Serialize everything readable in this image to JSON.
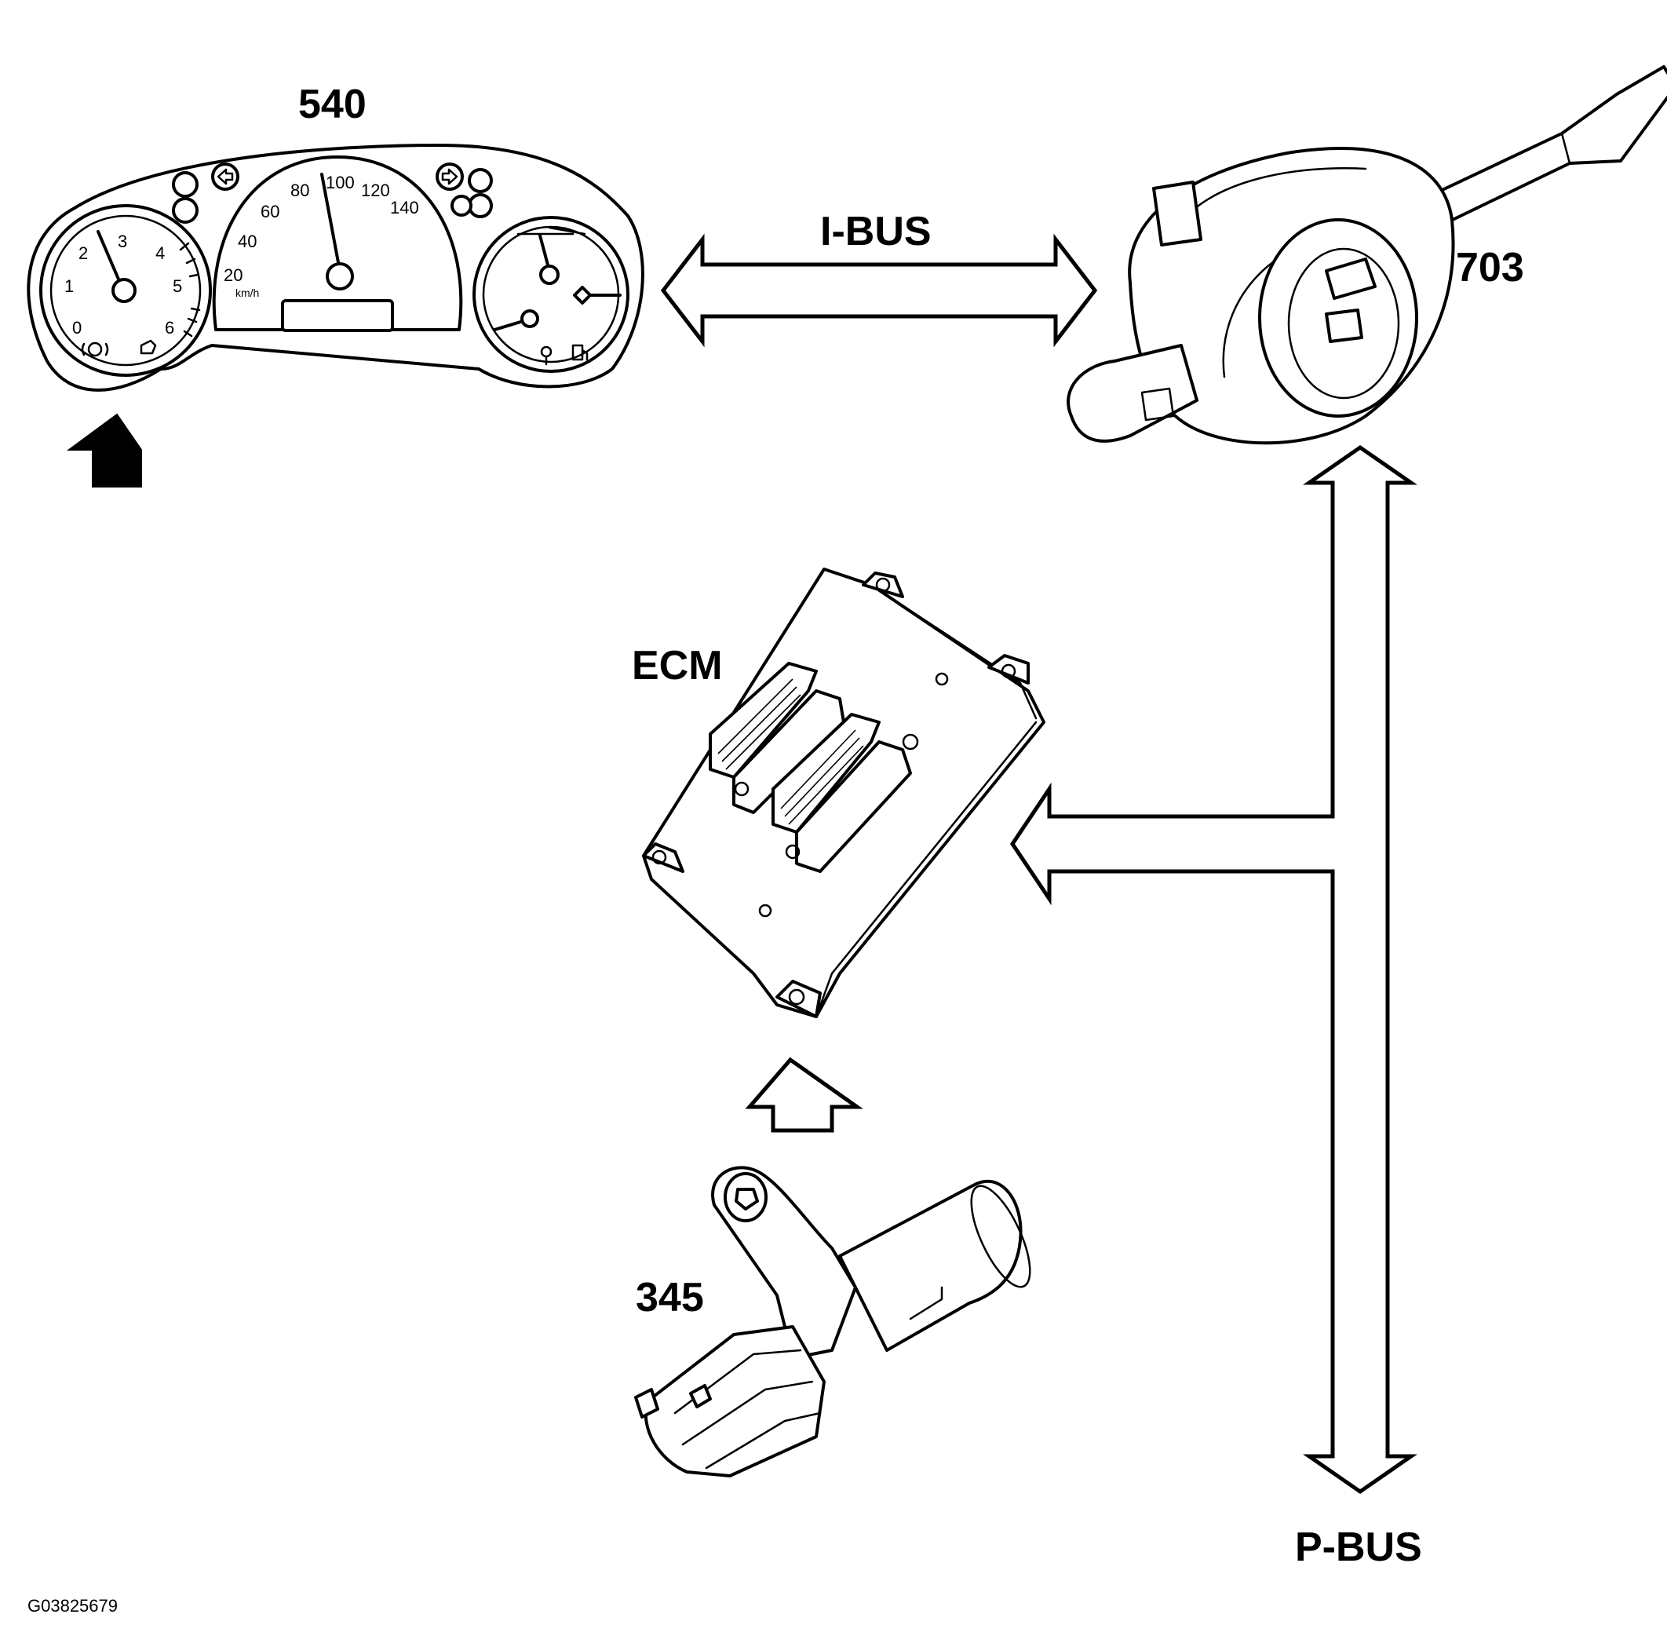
{
  "labels": {
    "cluster": "540",
    "switch_module": "703",
    "ecm": "ECM",
    "sensor": "345",
    "ibus": "I-BUS",
    "pbus": "P-BUS",
    "figure_id": "G03825679"
  },
  "tachometer": {
    "ticks": [
      "0",
      "1",
      "2",
      "3",
      "4",
      "5",
      "6"
    ]
  },
  "speedometer": {
    "ticks": [
      "20",
      "40",
      "60",
      "80",
      "100",
      "120",
      "140"
    ],
    "unit": "km/h"
  },
  "icons": [
    "left-turn-icon",
    "right-turn-icon",
    "fog-light-icon",
    "brake-warning-icon",
    "airbag-icon",
    "fuel-icon",
    "engine-icon"
  ]
}
